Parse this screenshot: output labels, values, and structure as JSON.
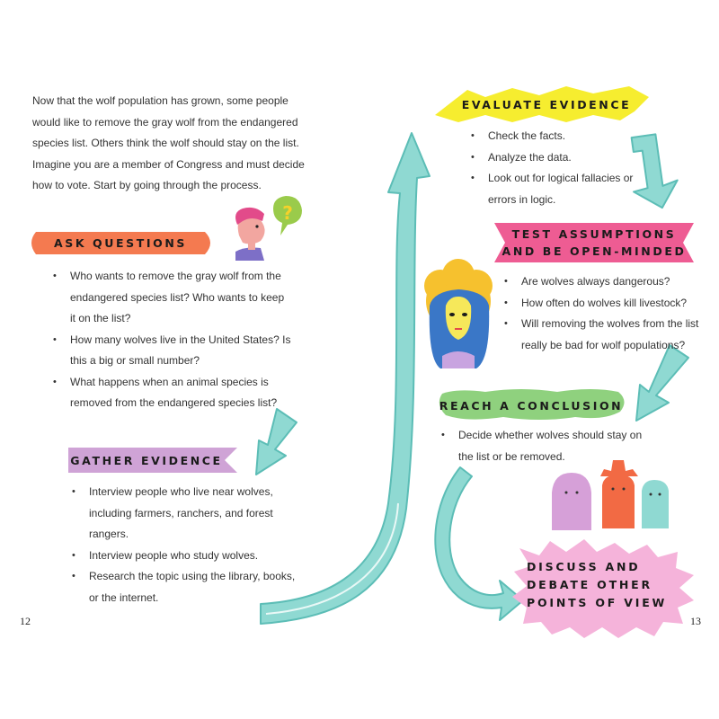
{
  "intro": "Now that the wolf population has grown, some people would like to remove the gray wolf from the endangered species list. Others think the wolf should stay on the list. Imagine you are a member of Congress and must decide how to vote. Start by going through the process.",
  "sections": {
    "ask": {
      "heading": "ASK QUESTIONS",
      "items": [
        "Who wants to remove the gray wolf from the endangered species list? Who wants to keep it on the list?",
        "How many wolves live in the United States? Is this a big or small number?",
        "What happens when an animal species is removed from the endangered species list?"
      ]
    },
    "gather": {
      "heading": "GATHER EVIDENCE",
      "items": [
        "Interview people who live near wolves, including farmers, ranchers, and forest rangers.",
        "Interview people who study wolves.",
        "Research the topic using the library, books, or the internet."
      ]
    },
    "evaluate": {
      "heading": "EVALUATE EVIDENCE",
      "items": [
        "Check the facts.",
        "Analyze the data.",
        "Look out for logical fallacies or errors in logic."
      ]
    },
    "test": {
      "heading_line1": "TEST ASSUMPTIONS",
      "heading_line2": "AND BE OPEN-MINDED",
      "items": [
        "Are wolves always dangerous?",
        "How often do wolves kill livestock?",
        "Will removing the wolves from the list really be bad for wolf populations?"
      ]
    },
    "conclude": {
      "heading": "REACH A CONCLUSION",
      "items": [
        "Decide whether wolves should stay on the list or be removed."
      ]
    },
    "discuss": {
      "heading_line1": "DISCUSS AND",
      "heading_line2": "DEBATE OTHER",
      "heading_line3": "POINTS OF VIEW"
    }
  },
  "page_numbers": {
    "left": "12",
    "right": "13"
  },
  "illustrations": {
    "question_mark": "?",
    "thinker": "person-with-question-bubble-illustration",
    "girl": "girl-portrait-illustration",
    "group": "three-people-illustration"
  },
  "colors": {
    "ask": "#f47a50",
    "gather": "#cfa3d6",
    "evaluate": "#f6ed2f",
    "test": "#ee5c93",
    "conclude": "#8fd17e",
    "discuss": "#f5b3da",
    "arrow": "#8fd9d2",
    "arrow_outline": "#5cbdb6"
  }
}
